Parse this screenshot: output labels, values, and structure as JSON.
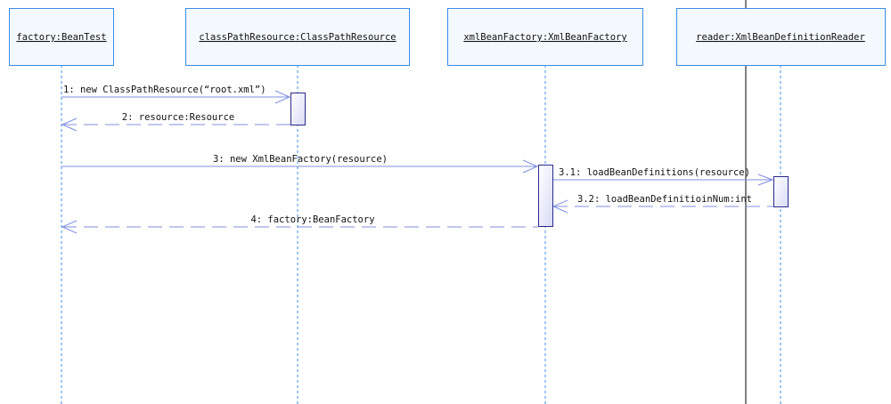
{
  "diagram": {
    "type": "uml-sequence",
    "objects": [
      {
        "id": "o1",
        "label": "factory:BeanTest"
      },
      {
        "id": "o2",
        "label": "classPathResource:ClassPathResource"
      },
      {
        "id": "o3",
        "label": "xmlBeanFactory:XmlBeanFactory"
      },
      {
        "id": "o4",
        "label": "reader:XmlBeanDefinitionReader"
      }
    ],
    "messages": [
      {
        "id": "m1",
        "label": "1: new ClassPathResource(“root.xml”)",
        "from": "o1",
        "to": "o2",
        "kind": "call"
      },
      {
        "id": "m2",
        "label": "2: resource:Resource",
        "from": "o2",
        "to": "o1",
        "kind": "return"
      },
      {
        "id": "m3",
        "label": "3: new XmlBeanFactory(resource)",
        "from": "o1",
        "to": "o3",
        "kind": "call"
      },
      {
        "id": "m31",
        "label": "3.1: loadBeanDefinitions(resource)",
        "from": "o3",
        "to": "o4",
        "kind": "call"
      },
      {
        "id": "m32",
        "label": "3.2: loadBeanDefinitioinNum:int",
        "from": "o4",
        "to": "o3",
        "kind": "return"
      },
      {
        "id": "m4",
        "label": "4: factory:BeanFactory",
        "from": "o3",
        "to": "o1",
        "kind": "return"
      }
    ],
    "colors": {
      "box_border": "#3c8ce6",
      "box_fill": "#f3f9fe",
      "lifeline": "#3c8ce6",
      "message": "#7f8fe0",
      "activation_border": "#2a2a8c",
      "activation_fill": "#e4e6fa",
      "divider": "#808080"
    }
  }
}
